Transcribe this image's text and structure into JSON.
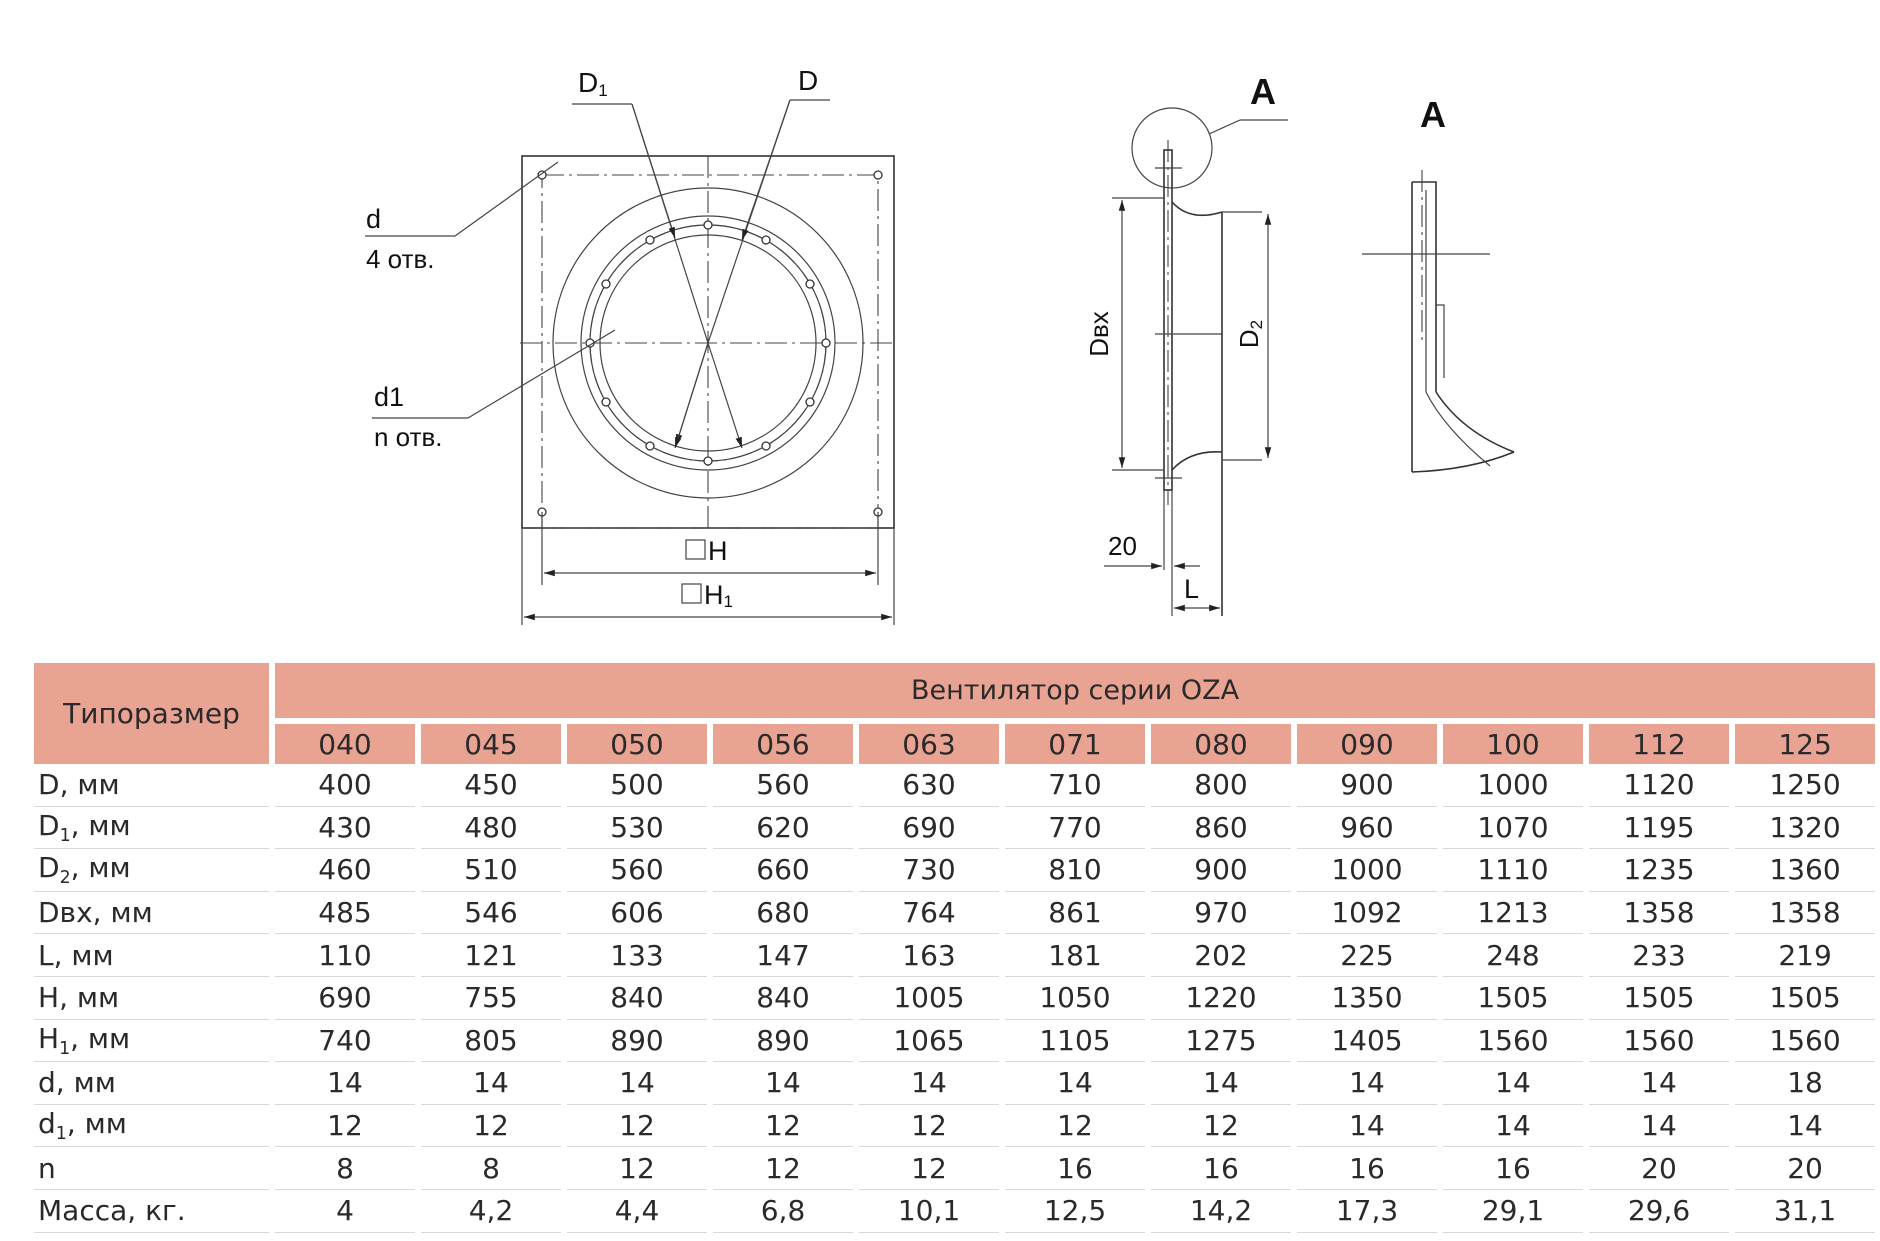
{
  "drawing": {
    "front_view": {
      "label_D1": "D",
      "label_D1_sub": "1",
      "label_D": "D",
      "label_d": "d",
      "label_d_holes": "4 отв.",
      "label_d1": "d1",
      "label_d1_holes": "n отв.",
      "label_H": "H",
      "label_H1": "H",
      "label_H1_sub": "1"
    },
    "side_view": {
      "label_A": "A",
      "label_Dvx": "Dвх",
      "label_D2": "D",
      "label_D2_sub": "2",
      "label_20": "20",
      "label_L": "L"
    },
    "detail_view": {
      "label_A": "A"
    }
  },
  "table": {
    "corner_header": "Типоразмер",
    "group_header": "Вентилятор серии OZA",
    "sizes": [
      "040",
      "045",
      "050",
      "056",
      "063",
      "071",
      "080",
      "090",
      "100",
      "112",
      "125"
    ],
    "rows": [
      {
        "name": "D",
        "sub": "",
        "unit": ", мм",
        "values": [
          "400",
          "450",
          "500",
          "560",
          "630",
          "710",
          "800",
          "900",
          "1000",
          "1120",
          "1250"
        ]
      },
      {
        "name": "D",
        "sub": "1",
        "unit": ", мм",
        "values": [
          "430",
          "480",
          "530",
          "620",
          "690",
          "770",
          "860",
          "960",
          "1070",
          "1195",
          "1320"
        ]
      },
      {
        "name": "D",
        "sub": "2",
        "unit": ", мм",
        "values": [
          "460",
          "510",
          "560",
          "660",
          "730",
          "810",
          "900",
          "1000",
          "1110",
          "1235",
          "1360"
        ]
      },
      {
        "name": "Dвх",
        "sub": "",
        "unit": ", мм",
        "values": [
          "485",
          "546",
          "606",
          "680",
          "764",
          "861",
          "970",
          "1092",
          "1213",
          "1358",
          "1358"
        ]
      },
      {
        "name": "L",
        "sub": "",
        "unit": ", мм",
        "values": [
          "110",
          "121",
          "133",
          "147",
          "163",
          "181",
          "202",
          "225",
          "248",
          "233",
          "219"
        ]
      },
      {
        "name": "H",
        "sub": "",
        "unit": ", мм",
        "values": [
          "690",
          "755",
          "840",
          "840",
          "1005",
          "1050",
          "1220",
          "1350",
          "1505",
          "1505",
          "1505"
        ]
      },
      {
        "name": "H",
        "sub": "1",
        "unit": ", мм",
        "values": [
          "740",
          "805",
          "890",
          "890",
          "1065",
          "1105",
          "1275",
          "1405",
          "1560",
          "1560",
          "1560"
        ]
      },
      {
        "name": "d",
        "sub": "",
        "unit": ", мм",
        "values": [
          "14",
          "14",
          "14",
          "14",
          "14",
          "14",
          "14",
          "14",
          "14",
          "14",
          "18"
        ]
      },
      {
        "name": "d",
        "sub": "1",
        "unit": ", мм",
        "values": [
          "12",
          "12",
          "12",
          "12",
          "12",
          "12",
          "12",
          "14",
          "14",
          "14",
          "14"
        ]
      },
      {
        "name": "n",
        "sub": "",
        "unit": "",
        "values": [
          "8",
          "8",
          "12",
          "12",
          "12",
          "16",
          "16",
          "16",
          "16",
          "20",
          "20"
        ]
      },
      {
        "name": "Масса, кг.",
        "sub": "",
        "unit": "",
        "values": [
          "4",
          "4,2",
          "4,4",
          "6,8",
          "10,1",
          "12,5",
          "14,2",
          "17,3",
          "29,1",
          "29,6",
          "31,1"
        ]
      }
    ]
  },
  "colors": {
    "header_fill": "#e9a393",
    "line": "#333333"
  }
}
